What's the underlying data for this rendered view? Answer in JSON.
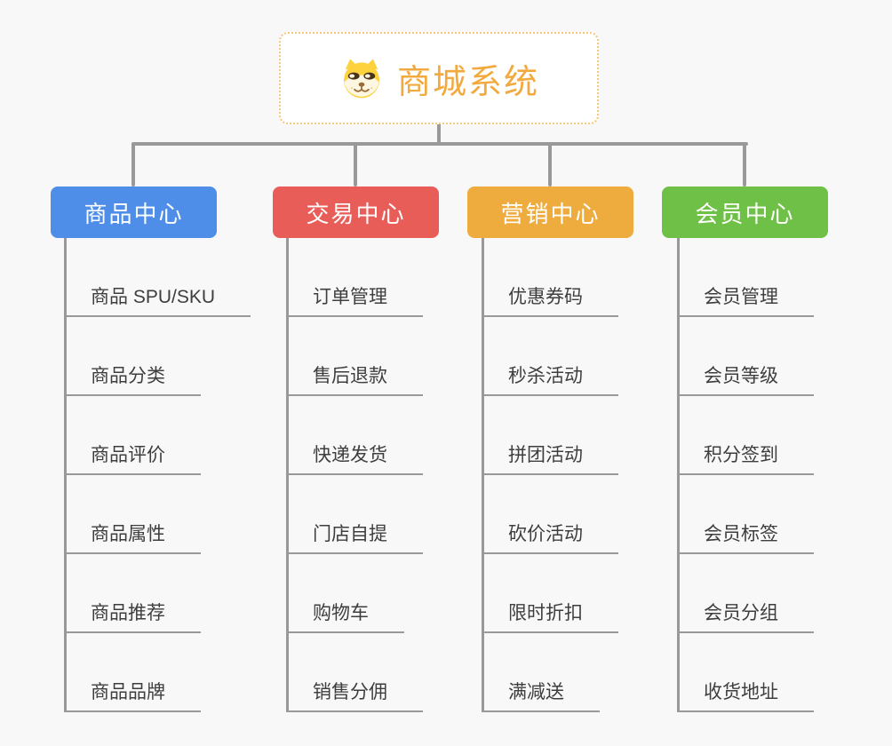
{
  "root": {
    "title": "商城系统",
    "icon": "doge-icon"
  },
  "colors": {
    "background": "#f8f8f8",
    "connector": "#999999",
    "root_border": "#f4c879",
    "root_text": "#f2a93e",
    "leaf_text": "#3e3e3e",
    "branch_text": "#ffffff"
  },
  "branches": [
    {
      "label": "商品中心",
      "color": "#4e8ee9",
      "items": [
        "商品 SPU/SKU",
        "商品分类",
        "商品评价",
        "商品属性",
        "商品推荐",
        "商品品牌"
      ]
    },
    {
      "label": "交易中心",
      "color": "#e95d59",
      "items": [
        "订单管理",
        "售后退款",
        "快递发货",
        "门店自提",
        "购物车",
        "销售分佣"
      ]
    },
    {
      "label": "营销中心",
      "color": "#efac3e",
      "items": [
        "优惠券码",
        "秒杀活动",
        "拼团活动",
        "砍价活动",
        "限时折扣",
        "满减送"
      ]
    },
    {
      "label": "会员中心",
      "color": "#6fc046",
      "items": [
        "会员管理",
        "会员等级",
        "积分签到",
        "会员标签",
        "会员分组",
        "收货地址"
      ]
    }
  ]
}
